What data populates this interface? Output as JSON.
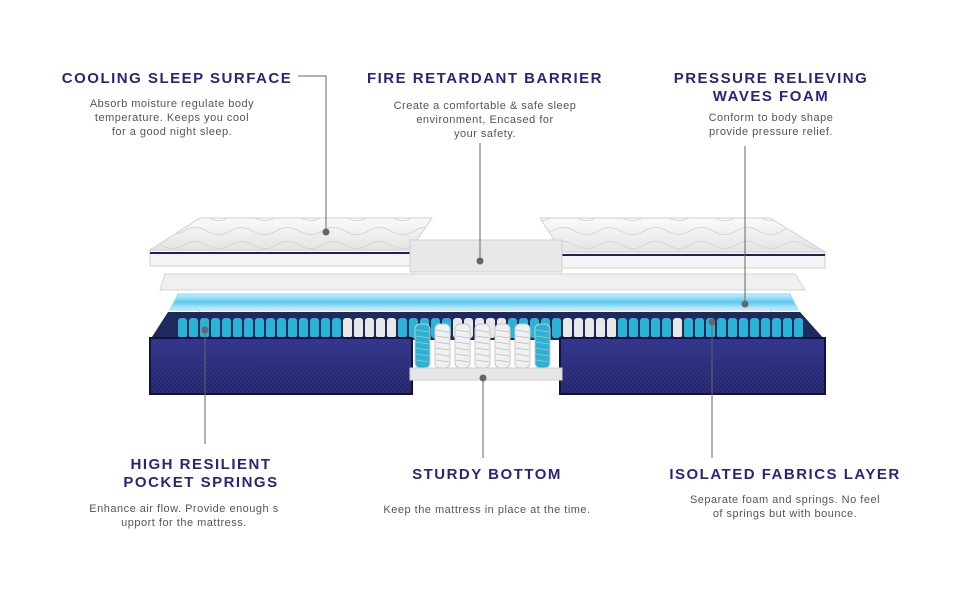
{
  "labels": {
    "cooling": {
      "title": "COOLING SLEEP SURFACE",
      "desc": "Absorb moisture regulate body\ntemperature. Keeps you cool\nfor a good night sleep."
    },
    "fire": {
      "title": "FIRE RETARDANT BARRIER",
      "desc": "Create a comfortable & safe sleep\nenvironment, Encased for\nyour safety."
    },
    "pressure": {
      "title": "PRESSURE RELIEVING\nWAVES FOAM",
      "desc": "Conform to body shape\nprovide pressure relief."
    },
    "springs": {
      "title": "HIGH RESILIENT\nPOCKET SPRINGS",
      "desc": "Enhance air flow. Provide enough s\nupport for the mattress."
    },
    "bottom": {
      "title": "STURDY BOTTOM",
      "desc": "Keep the mattress in place at the time."
    },
    "fabrics": {
      "title": "ISOLATED FABRICS LAYER",
      "desc": "Separate foam and springs. No feel\nof springs but with bounce."
    }
  },
  "colors": {
    "title": "#2a2577",
    "text": "#555555",
    "fabric_navy": "#2e2f7a",
    "spring_blue": "#29b3d6",
    "foam_blue": "#7ad6f5"
  }
}
